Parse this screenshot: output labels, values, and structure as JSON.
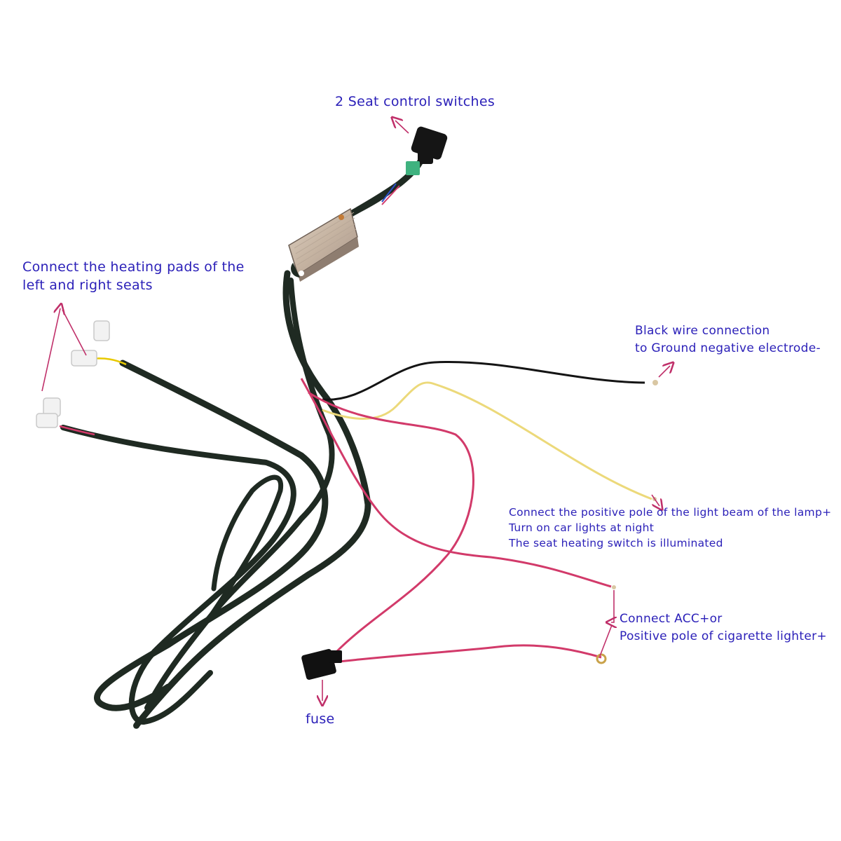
{
  "labels": {
    "seat_switches": "2 Seat control switches",
    "heating_pads_line1": "Connect the heating pads of the",
    "heating_pads_line2": "left and right seats",
    "ground_line1": "Black wire connection",
    "ground_line2": "to Ground negative electrode-",
    "lamp_line1": "Connect the positive pole of the light beam of the lamp+",
    "lamp_line2": "Turn on car lights at night",
    "lamp_line3": "The seat heating switch is illuminated",
    "acc_line1": "Connect ACC+or",
    "acc_line2": "Positive pole of cigarette lighter+",
    "fuse": "fuse"
  },
  "colors": {
    "label_text": "#2a1fb8",
    "callout_arrow": "#c0306a",
    "harness_sleeve": "#1f2a22",
    "wire_black": "#141414",
    "wire_yellow": "#ecd97a",
    "wire_red": "#d23a6a",
    "control_box": "#c9b9a6",
    "switch_connector_accent": "#3fb27f"
  }
}
